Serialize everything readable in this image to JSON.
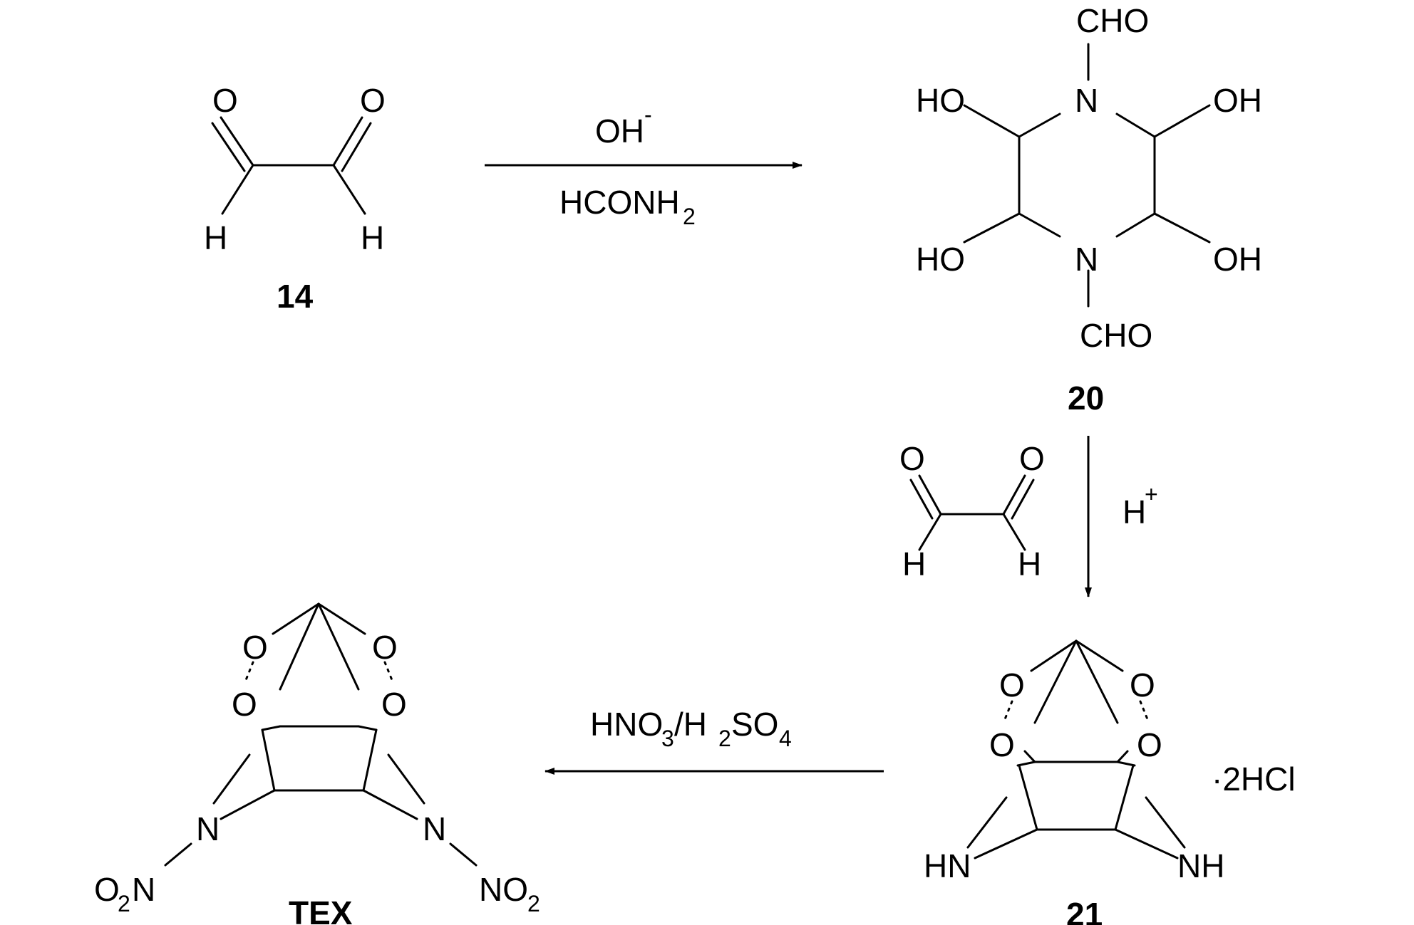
{
  "atoms": {
    "O": "O",
    "H": "H",
    "N": "N",
    "HN": "HN",
    "NH": "NH",
    "HO": "HO",
    "OH": "OH",
    "CHO": "CHO",
    "O2": "O",
    "two": "2",
    "N_O2": "NO",
    "O2N_O": "O",
    "O2N_N": "N"
  },
  "compounds": {
    "c14": "14",
    "c20": "20",
    "c21": "21",
    "tex": "TEX"
  },
  "reagents": {
    "step1_top_main": "OH",
    "step1_top_sup": "-",
    "step1_bottom_main": "HCONH",
    "step1_bottom_sub": "2",
    "step2_main": "H",
    "step2_sup": "+",
    "step3_p1": "HNO",
    "step3_s1": "3",
    "step3_p2": "/H",
    "step3_s2": "2",
    "step3_p3": "SO",
    "step3_s3": "4",
    "salt": "·2HCl"
  }
}
